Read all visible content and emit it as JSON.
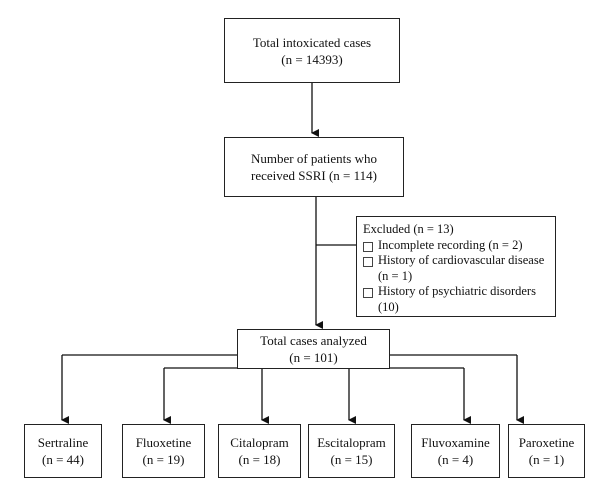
{
  "total": {
    "title": "Total intoxicated cases",
    "count": "(n = 14393)"
  },
  "ssri": {
    "line1": "Number of patients who",
    "line2": "received SSRI (n = 114)"
  },
  "excluded": {
    "title": "Excluded (n = 13)",
    "items": [
      {
        "line1": "Incomplete recording (n = 2)"
      },
      {
        "line1": "History of cardiovascular disease",
        "line2": "(n = 1)"
      },
      {
        "line1": "History of psychiatric disorders",
        "line2": "(10)"
      }
    ]
  },
  "analyzed": {
    "title": "Total cases analyzed",
    "count": "(n = 101)"
  },
  "drugs": [
    {
      "name": "Sertraline",
      "count": "(n = 44)"
    },
    {
      "name": "Fluoxetine",
      "count": "(n = 19)"
    },
    {
      "name": "Citalopram",
      "count": "(n = 18)"
    },
    {
      "name": "Escitalopram",
      "count": "(n = 15)"
    },
    {
      "name": "Fluvoxamine",
      "count": "(n = 4)"
    },
    {
      "name": "Paroxetine",
      "count": "(n = 1)"
    }
  ]
}
